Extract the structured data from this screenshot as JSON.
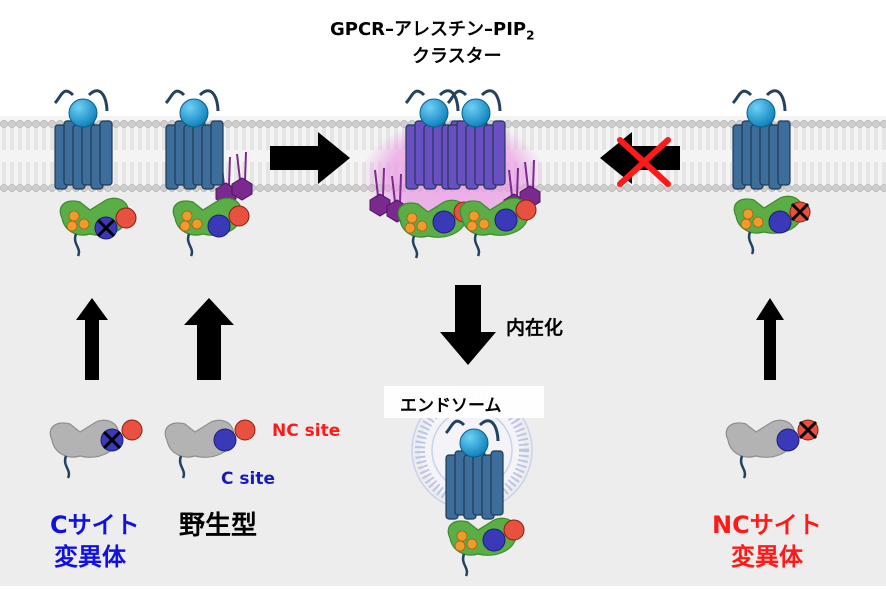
{
  "title": {
    "line1": "GPCR–アレスチン–PIP",
    "subscript": "2",
    "line2": "クラスター"
  },
  "labels": {
    "internalization": "内在化",
    "endosome": "エンドソーム",
    "nc_site": "NC site",
    "c_site": "C site",
    "wild_type": "野生型",
    "c_mutant_line1": "Cサイト",
    "c_mutant_line2": "変異体",
    "nc_mutant_line1": "NCサイト",
    "nc_mutant_line2": "変異体"
  },
  "colors": {
    "receptor": "#3d6d9a",
    "receptor_cluster": "#6a4fc2",
    "ligand": "#1aa0d6",
    "arrestin": "#5aae45",
    "arrestin_grey": "#b3b3b3",
    "pip2": "#7a2a8f",
    "c_site": "#3a3ab8",
    "nc_site": "#e8503f",
    "phospho": "#f19c2a",
    "membrane_head": "#c9c9c9",
    "cluster_glow": "#e99be2",
    "blocked_arrow_x": "#ff1a1a",
    "c_mutant_text": "#1010e0",
    "nc_mutant_text": "#ff1a1a",
    "wild_type_text": "#000000"
  }
}
